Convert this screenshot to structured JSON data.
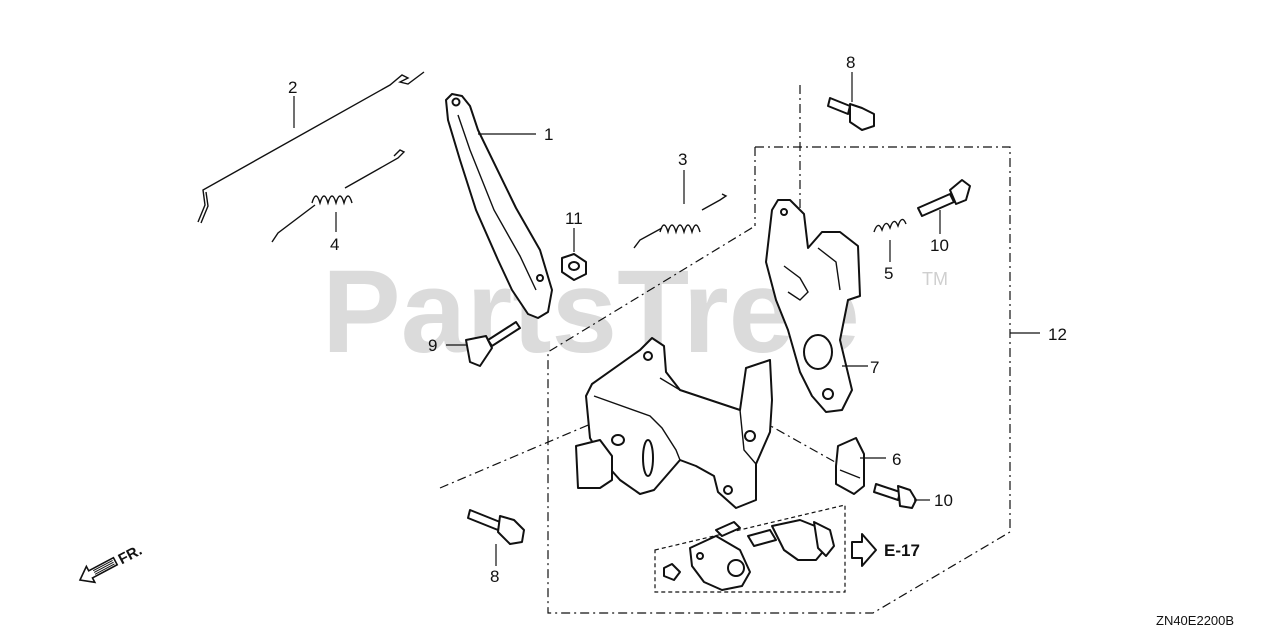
{
  "watermark": {
    "text": "PartsTree",
    "trademark": "TM"
  },
  "diagram_code": "ZN40E2200B",
  "direction_label": "FR.",
  "reference": {
    "label": "E-17"
  },
  "callouts": [
    {
      "id": "1",
      "label": "1"
    },
    {
      "id": "2",
      "label": "2"
    },
    {
      "id": "3",
      "label": "3"
    },
    {
      "id": "4",
      "label": "4"
    },
    {
      "id": "5",
      "label": "5"
    },
    {
      "id": "6",
      "label": "6"
    },
    {
      "id": "7",
      "label": "7"
    },
    {
      "id": "8a",
      "label": "8"
    },
    {
      "id": "8b",
      "label": "8"
    },
    {
      "id": "9",
      "label": "9"
    },
    {
      "id": "10a",
      "label": "10"
    },
    {
      "id": "10b",
      "label": "10"
    },
    {
      "id": "11",
      "label": "11"
    },
    {
      "id": "12",
      "label": "12"
    }
  ]
}
